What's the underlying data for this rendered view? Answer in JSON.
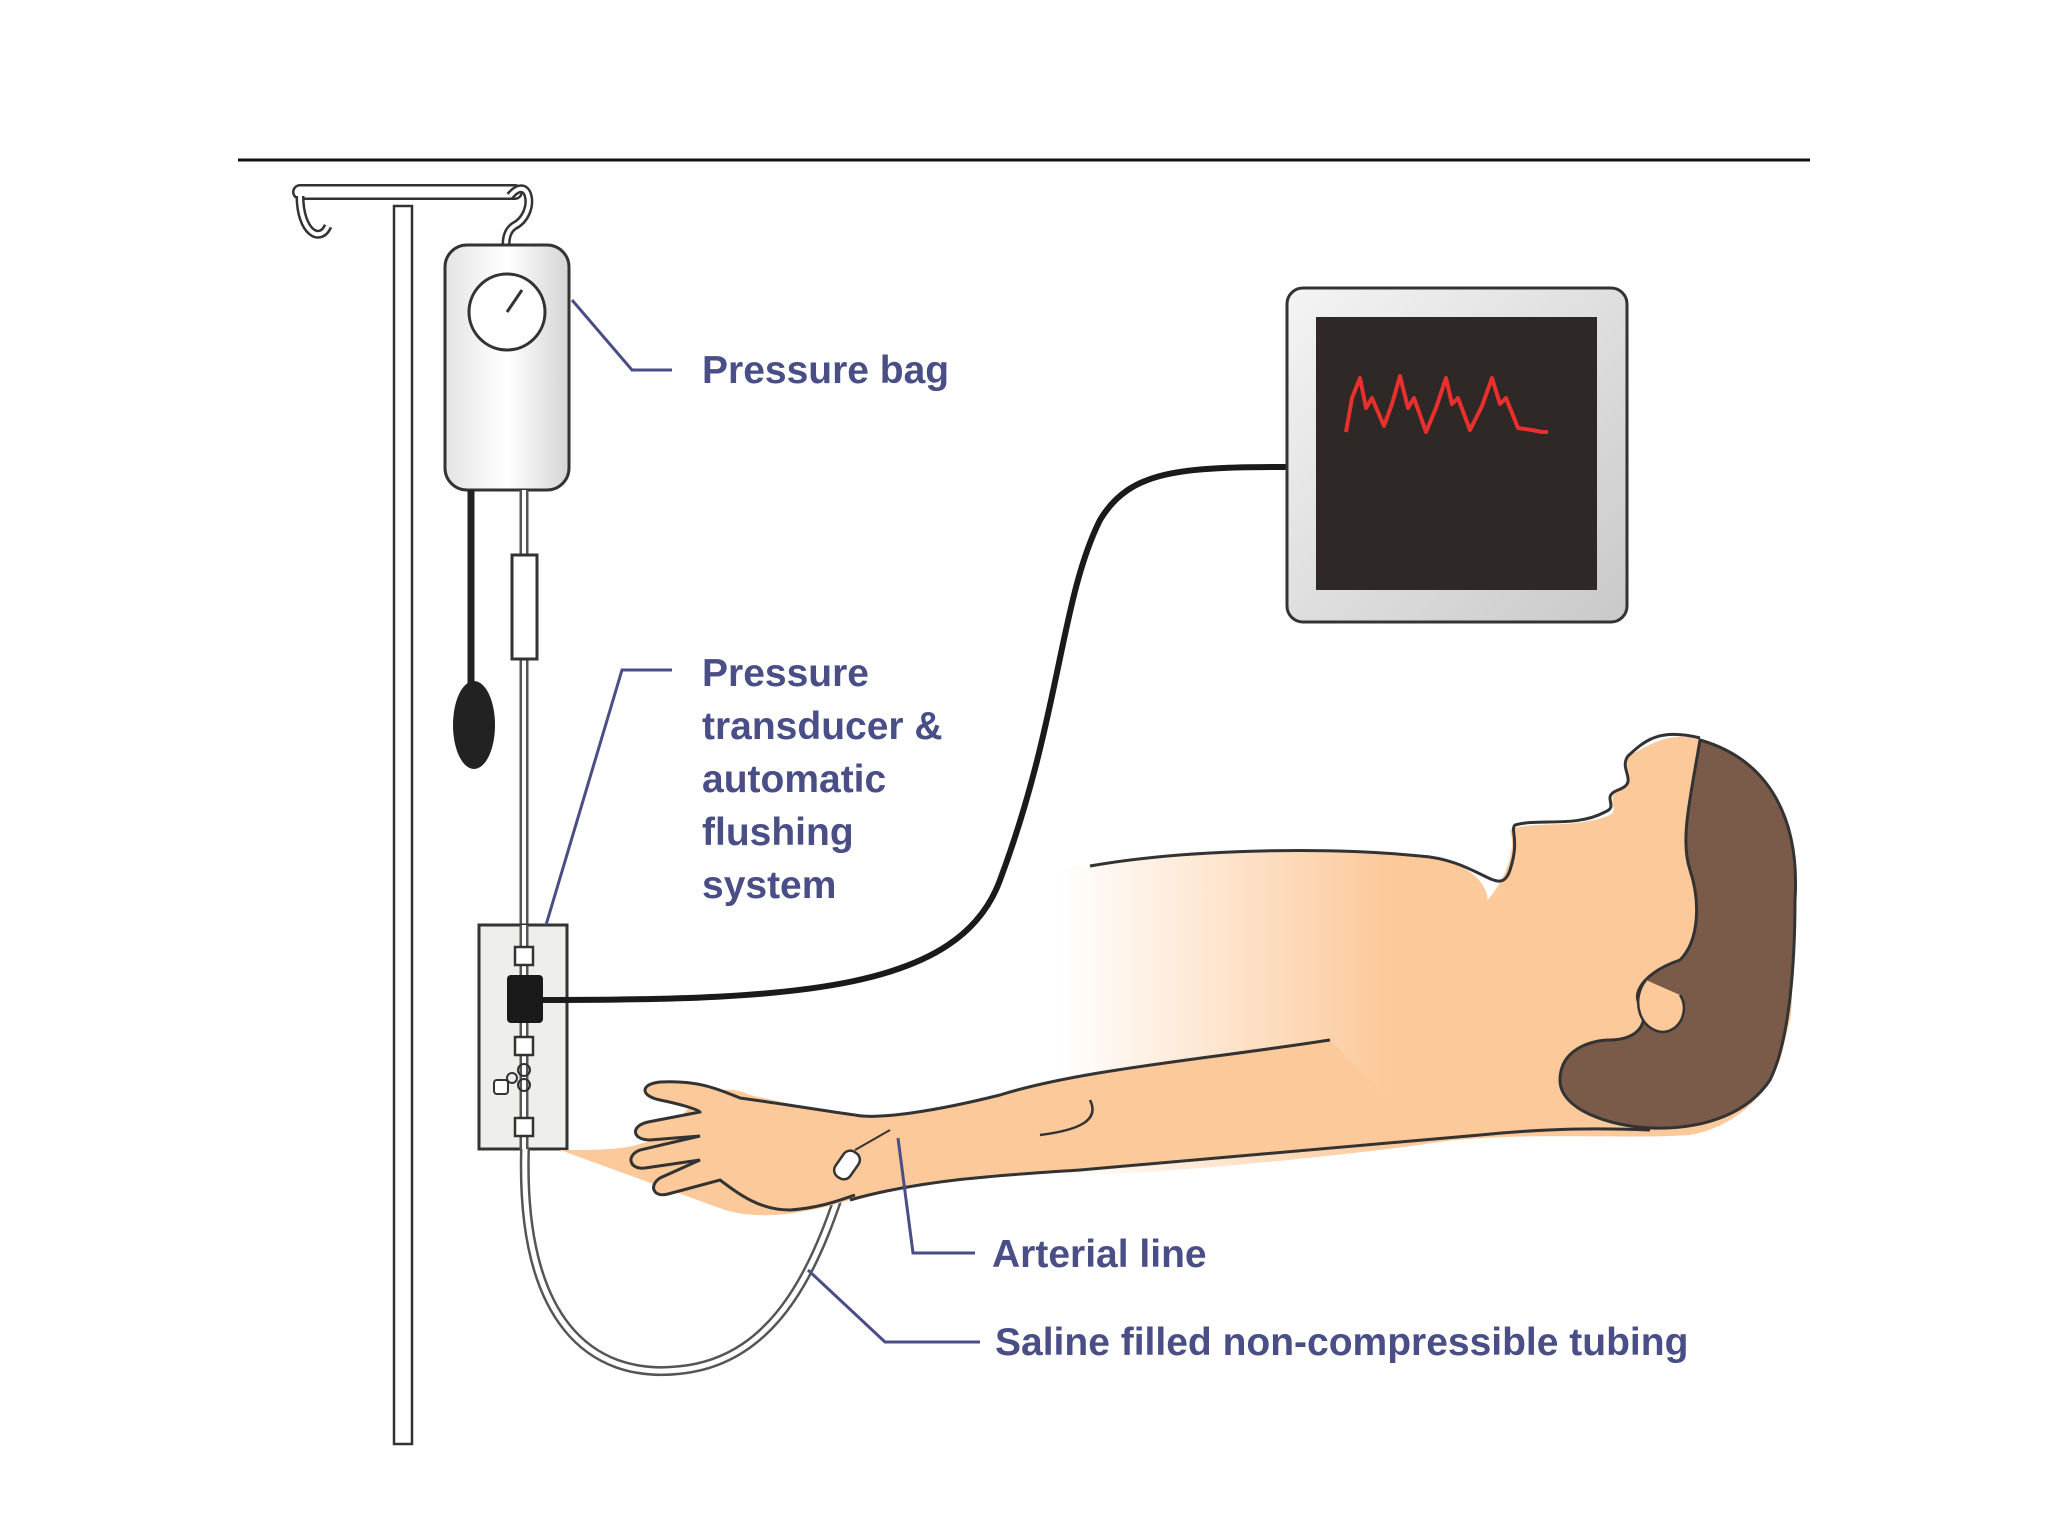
{
  "labels": {
    "pressure_bag": "Pressure bag",
    "transducer_line1": "Pressure",
    "transducer_line2": "transducer &",
    "transducer_line3": "automatic",
    "transducer_line4": "flushing",
    "transducer_line5": "system",
    "arterial_line": "Arterial line",
    "tubing": "Saline filled non-compressible tubing"
  },
  "colors": {
    "label": "#4a4e86",
    "skin": "#fcc99a",
    "hair": "#7a5a48",
    "monitor_screen": "#2e2826",
    "waveform": "#e8302e",
    "cable": "#1a1a1a"
  }
}
